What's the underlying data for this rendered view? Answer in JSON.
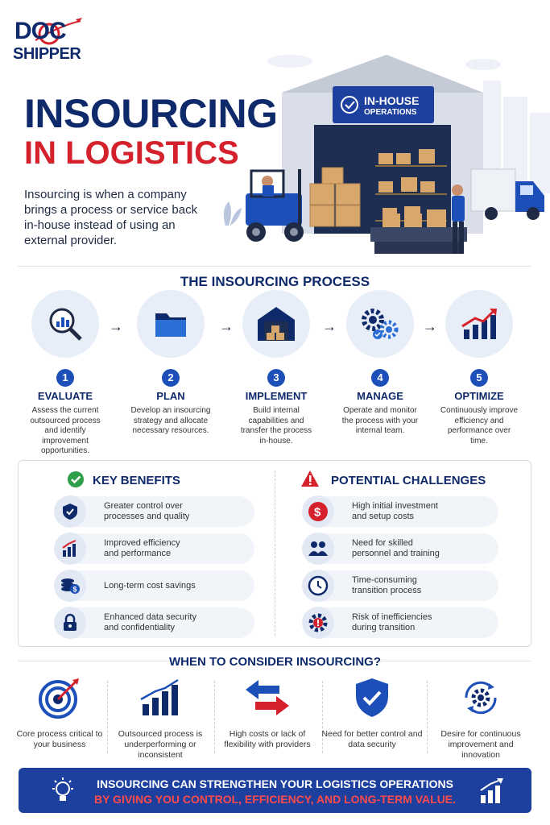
{
  "header": {
    "logo_top": "DOC",
    "logo_bottom": "SHIPPER",
    "title_line1": "INSOURCING",
    "title_line2": "IN LOGISTICS",
    "intro": "Insourcing is when a company brings a process or service back in-house instead of using an external provider.",
    "sign_line1": "IN-HOUSE",
    "sign_line2": "OPERATIONS"
  },
  "process": {
    "title": "THE INSOURCING PROCESS",
    "steps": [
      {
        "num": "1",
        "label": "EVALUATE",
        "desc": "Assess the current outsourced process and identify improvement opportunities.",
        "icon": "magnifier-chart-icon"
      },
      {
        "num": "2",
        "label": "PLAN",
        "desc": "Develop an insourcing strategy and allocate necessary resources.",
        "icon": "folder-icon"
      },
      {
        "num": "3",
        "label": "IMPLEMENT",
        "desc": "Build internal capabilities and transfer the process in-house.",
        "icon": "warehouse-icon"
      },
      {
        "num": "4",
        "label": "MANAGE",
        "desc": "Operate and monitor the process with your internal team.",
        "icon": "gears-icon"
      },
      {
        "num": "5",
        "label": "OPTIMIZE",
        "desc": "Continuously improve efficiency and performance over time.",
        "icon": "growth-chart-icon"
      }
    ]
  },
  "benefits": {
    "title": "KEY BENEFITS",
    "items": [
      {
        "text": "Greater control over processes and quality",
        "icon": "shield-check-icon"
      },
      {
        "text": "Improved efficiency and performance",
        "icon": "bar-chart-icon"
      },
      {
        "text": "Long-term cost savings",
        "icon": "coins-icon"
      },
      {
        "text": "Enhanced data security and confidentiality",
        "icon": "lock-icon"
      }
    ]
  },
  "challenges": {
    "title": "POTENTIAL CHALLENGES",
    "items": [
      {
        "text": "High initial investment and setup costs",
        "icon": "dollar-icon"
      },
      {
        "text": "Need for skilled personnel and training",
        "icon": "people-icon"
      },
      {
        "text": "Time-consuming transition process",
        "icon": "clock-icon"
      },
      {
        "text": "Risk of inefficiencies during transition",
        "icon": "gear-alert-icon"
      }
    ]
  },
  "consider": {
    "title": "WHEN TO CONSIDER INSOURCING?",
    "items": [
      {
        "text": "Core process critical to your business",
        "icon": "target-icon"
      },
      {
        "text": "Outsourced process is underperforming or inconsistent",
        "icon": "bar-chart-up-icon"
      },
      {
        "text": "High costs or lack of flexibility with providers",
        "icon": "swap-arrows-icon"
      },
      {
        "text": "Need for better control and data security",
        "icon": "shield-check-icon"
      },
      {
        "text": "Desire for continuous improvement and innovation",
        "icon": "gear-cycle-icon"
      }
    ]
  },
  "banner": {
    "line1": "INSOURCING CAN STRENGTHEN YOUR LOGISTICS OPERATIONS",
    "line2": "BY GIVING YOU CONTROL, EFFICIENCY, AND LONG-TERM VALUE."
  },
  "colors": {
    "navy": "#0f2a6b",
    "red": "#d4212b",
    "blue": "#1d4fb8",
    "banner": "#1d3f9e"
  }
}
